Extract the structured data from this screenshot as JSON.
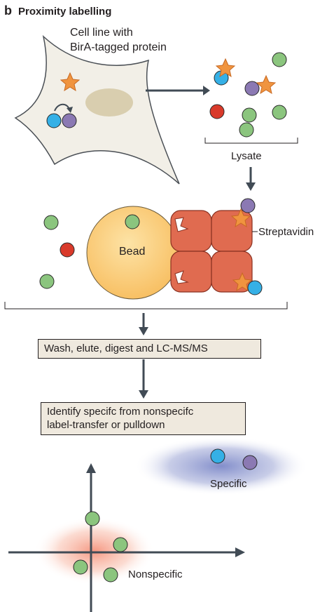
{
  "panel": {
    "letter": "b",
    "title": "Proximity labelling"
  },
  "labels": {
    "cell_line_line1": "Cell line with",
    "cell_line_line2": "BirA-tagged protein",
    "lysate": "Lysate",
    "streptavidin": "Streptavidin",
    "bead": "Bead",
    "step1": "Wash, elute, digest and LC-MS/MS",
    "step2_line1": "Identify specifc from nonspecifc",
    "step2_line2": "label-transfer or pulldown",
    "specific": "Specific",
    "nonspecific": "Nonspecific"
  },
  "colors": {
    "cell_fill": "#f2efe7",
    "nucleus": "#d9ceaf",
    "green_protein": "#8bc57e",
    "blue_protein": "#35b0e6",
    "purple_protein": "#8b79b3",
    "red_protein": "#d93a2b",
    "biotin_star": "#f0943f",
    "bead": "#fbd17e",
    "streptavidin": "#e06b50",
    "arrow": "#414b55",
    "box_fill": "#efe9de",
    "specific_glow": "#8c98cf",
    "nonspecific_glow": "#f5a78f"
  }
}
